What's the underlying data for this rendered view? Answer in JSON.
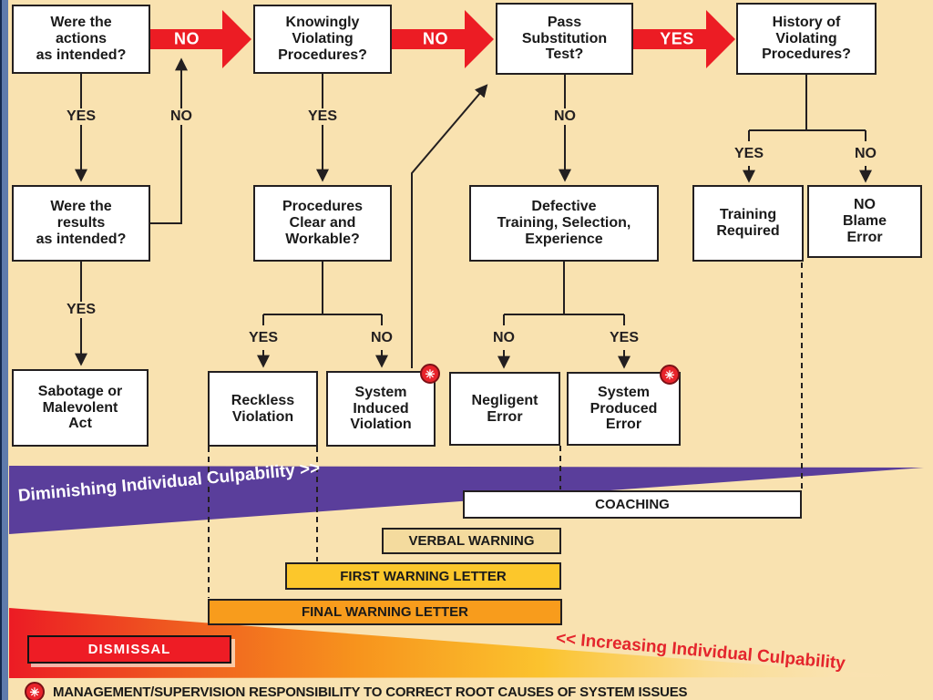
{
  "nodes": {
    "actions_intended": "Were the\nactions\nas intended?",
    "knowingly_violating": "Knowingly\nViolating\nProcedures?",
    "pass_substitution": "Pass\nSubstitution\nTest?",
    "history_violating": "History of\nViolating\nProcedures?",
    "results_intended": "Were the\nresults\nas intended?",
    "procedures_clear": "Procedures\nClear and\nWorkable?",
    "defective_training": "Defective\nTraining, Selection,\nExperience",
    "training_required": "Training\nRequired",
    "no_blame_error": "NO\nBlame\nError",
    "sabotage": "Sabotage or\nMalevolent\nAct",
    "reckless_violation": "Reckless\nViolation",
    "system_induced_violation": "System\nInduced\nViolation",
    "negligent_error": "Negligent\nError",
    "system_produced_error": "System\nProduced\nError"
  },
  "arrow_labels": {
    "actions_to_knowingly": "NO",
    "knowingly_to_pass": "NO",
    "pass_to_history": "YES"
  },
  "decision_labels": {
    "actions_yes": "YES",
    "results_feedback_no": "NO",
    "knowingly_yes": "YES",
    "pass_no": "NO",
    "results_yes": "YES",
    "procedures_yes": "YES",
    "procedures_no": "NO",
    "defective_no": "NO",
    "defective_yes": "YES",
    "history_yes": "YES",
    "history_no": "NO"
  },
  "bands": {
    "diminishing": "Diminishing Individual Culpability >>",
    "increasing": "<< Increasing Individual Culpability"
  },
  "sanctions": {
    "coaching": "COACHING",
    "verbal": "VERBAL WARNING",
    "first": "FIRST WARNING LETTER",
    "final": "FINAL WARNING LETTER",
    "dismissal": "DISMISSAL"
  },
  "badge_glyph": "✳",
  "footnote": {
    "marker": "✳",
    "text": "MANAGEMENT/SUPERVISION RESPONSIBILITY TO CORRECT ROOT CAUSES OF SYSTEM ISSUES"
  },
  "colors": {
    "background": "#F9E2B0",
    "box_fill": "#FFFFFF",
    "line": "#231F20",
    "red_arrow": "#EC1C24",
    "purple_band": "#5A3E9B",
    "verbal_fill": "#F4DB9E",
    "first_fill": "#FCC72B",
    "final_fill": "#F89C1C",
    "dismissal_fill": "#EE1C25",
    "badge_fill": "#E8232B",
    "increasing_text": "#E4252C"
  }
}
